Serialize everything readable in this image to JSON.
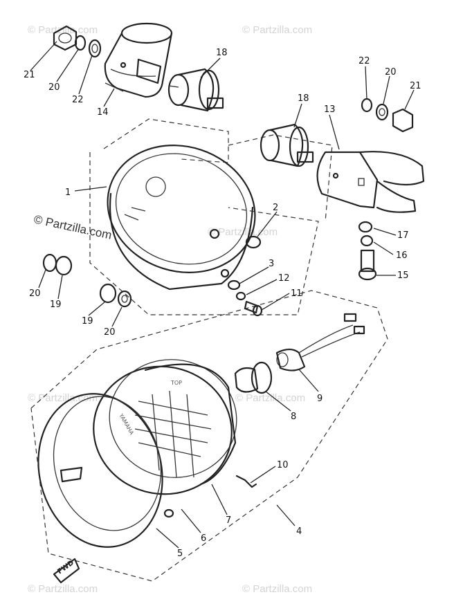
{
  "watermark": {
    "faint": "© Partzilla.com",
    "strong": "© Partzilla.com"
  },
  "lens": {
    "top_mark": "TOP",
    "brand": "YAMAHA",
    "fwd": "FWD"
  },
  "callouts": {
    "c21a": "21",
    "c20a": "20",
    "c22a": "22",
    "c14": "14",
    "c18a": "18",
    "c22b": "22",
    "c20b": "20",
    "c21b": "21",
    "c18b": "18",
    "c13": "13",
    "c1": "1",
    "c2": "2",
    "c17": "17",
    "c16": "16",
    "c15": "15",
    "c3": "3",
    "c12": "12",
    "c11": "11",
    "c20c": "20",
    "c19a": "19",
    "c19b": "19",
    "c20d": "20",
    "c9": "9",
    "c8": "8",
    "c10": "10",
    "c7": "7",
    "c6": "6",
    "c5": "5",
    "c4": "4"
  }
}
